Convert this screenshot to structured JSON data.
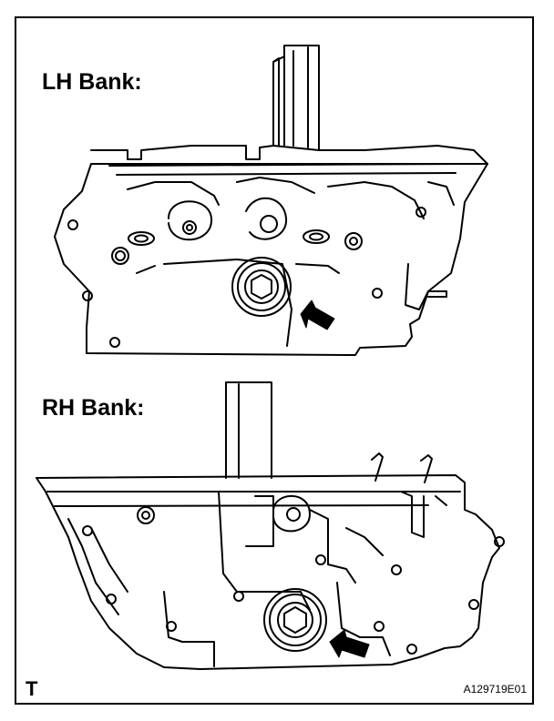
{
  "labels": {
    "lh_bank": "LH Bank:",
    "rh_bank": "RH Bank:",
    "corner_mark": "T",
    "figure_id": "A129719E01"
  },
  "colors": {
    "line": "#000000",
    "background": "#ffffff"
  },
  "icons": {
    "lh_arrow": "arrow-pointing-to-bolt-icon",
    "rh_arrow": "arrow-pointing-to-bolt-icon"
  }
}
